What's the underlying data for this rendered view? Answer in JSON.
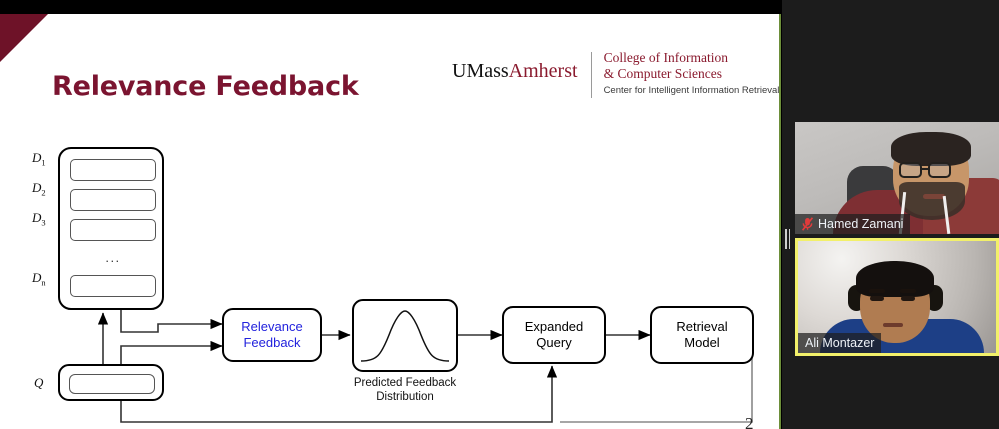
{
  "slide": {
    "title": "Relevance Feedback",
    "page_number": "2",
    "logo": {
      "wordmark_dark": "UMass",
      "wordmark_red": "Amherst",
      "line1": "College of Information",
      "line2": "& Computer Sciences",
      "line3": "Center for Intelligent Information Retrieval"
    },
    "accent_color": "#7b1430",
    "logo_red": "#8a1a2e",
    "diagram": {
      "doc_labels": [
        "D",
        "D",
        "D",
        "D"
      ],
      "doc_label_subs": [
        "1",
        "2",
        "3",
        "n"
      ],
      "doc_ellipsis": "...",
      "query_label": "Q",
      "nodes": [
        {
          "name": "relevance-feedback",
          "line1": "Relevance",
          "line2": "Feedback",
          "color": "#2222dd"
        },
        {
          "name": "predicted-feedback-distribution",
          "line1": "",
          "line2": "",
          "color": "#000000"
        },
        {
          "name": "expanded-query",
          "line1": "Expanded",
          "line2": "Query",
          "color": "#000000"
        },
        {
          "name": "retrieval-model",
          "line1": "Retrieval",
          "line2": "Model",
          "color": "#000000"
        }
      ],
      "distribution_caption_l1": "Predicted Feedback",
      "distribution_caption_l2": "Distribution"
    }
  },
  "video": {
    "participants": [
      {
        "name": "Hamed Zamani",
        "muted": true,
        "active_speaker": false
      },
      {
        "name": "Ali Montazer",
        "muted": false,
        "active_speaker": true
      }
    ],
    "active_border_color": "#f2f06a"
  }
}
